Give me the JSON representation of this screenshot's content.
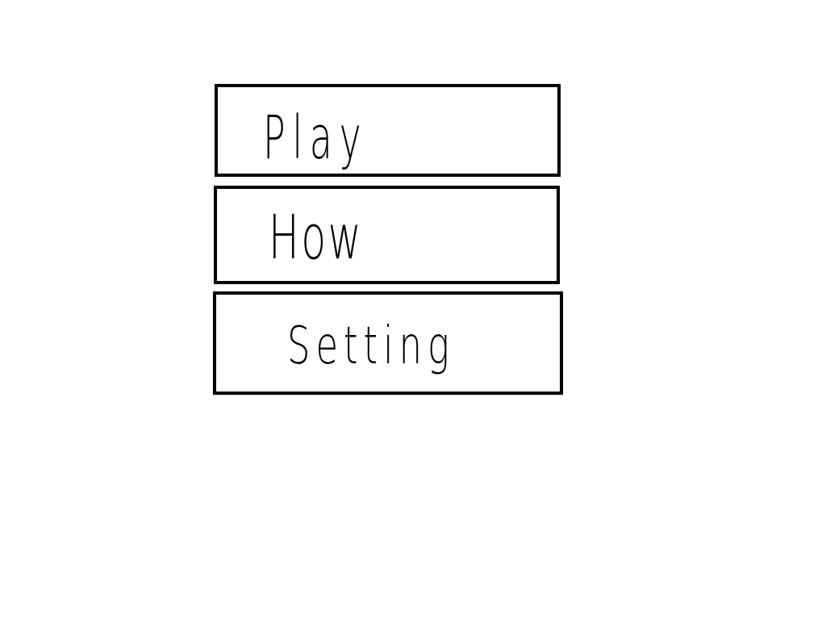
{
  "menu": {
    "items": [
      {
        "label": "Play"
      },
      {
        "label": "How"
      },
      {
        "label": "Setting"
      }
    ]
  },
  "colors": {
    "background": "#ffffff",
    "border": "#000000",
    "text": "#000000"
  }
}
